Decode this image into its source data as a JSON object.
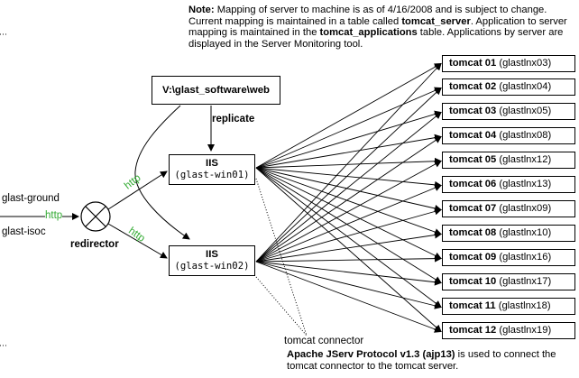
{
  "note": {
    "prefix": "Note:",
    "part1": " Mapping of server to machine is as of 4/16/2008 and is subject to change.  Current mapping is maintained in a table called ",
    "table1": "tomcat_server",
    "part2": ".  Application to server mapping is maintained in the ",
    "table2": "tomcat_applications",
    "part3": " table.  Applications by server are displayed in the Server Monitoring tool."
  },
  "software_box": "V:\\glast_software\\web",
  "replicate_label": "replicate",
  "iis": [
    {
      "name": "IIS",
      "host": "(glast-win01)"
    },
    {
      "name": "IIS",
      "host": "(glast-win02)"
    }
  ],
  "sources": {
    "top": "glast-ground",
    "bottom": "glast-isoc"
  },
  "http_label": "http",
  "redirector_label": "redirector",
  "connector_label": "tomcat connector",
  "protocol_note": {
    "bold": "Apache JServ Protocol v1.3 (ajp13)",
    "rest": " is used to connect the tomcat connector to the tomcat server."
  },
  "tomcat_servers": [
    {
      "name": "tomcat 01",
      "host": "(glastlnx03)"
    },
    {
      "name": "tomcat 02",
      "host": "(glastlnx04)"
    },
    {
      "name": "tomcat 03",
      "host": "(glastlnx05)"
    },
    {
      "name": "tomcat 04",
      "host": "(glastlnx08)"
    },
    {
      "name": "tomcat 05",
      "host": "(glastlnx12)"
    },
    {
      "name": "tomcat 06",
      "host": "(glastlnx13)"
    },
    {
      "name": "tomcat 07",
      "host": "(glastlnx09)"
    },
    {
      "name": "tomcat 08",
      "host": "(glastlnx10)"
    },
    {
      "name": "tomcat 09",
      "host": "(glastlnx16)"
    },
    {
      "name": "tomcat 10",
      "host": "(glastlnx17)"
    },
    {
      "name": "tomcat 11",
      "host": "(glastlnx18)"
    },
    {
      "name": "tomcat 12",
      "host": "(glastlnx19)"
    }
  ],
  "colors": {
    "http": "#33aa33",
    "line": "#000000"
  }
}
